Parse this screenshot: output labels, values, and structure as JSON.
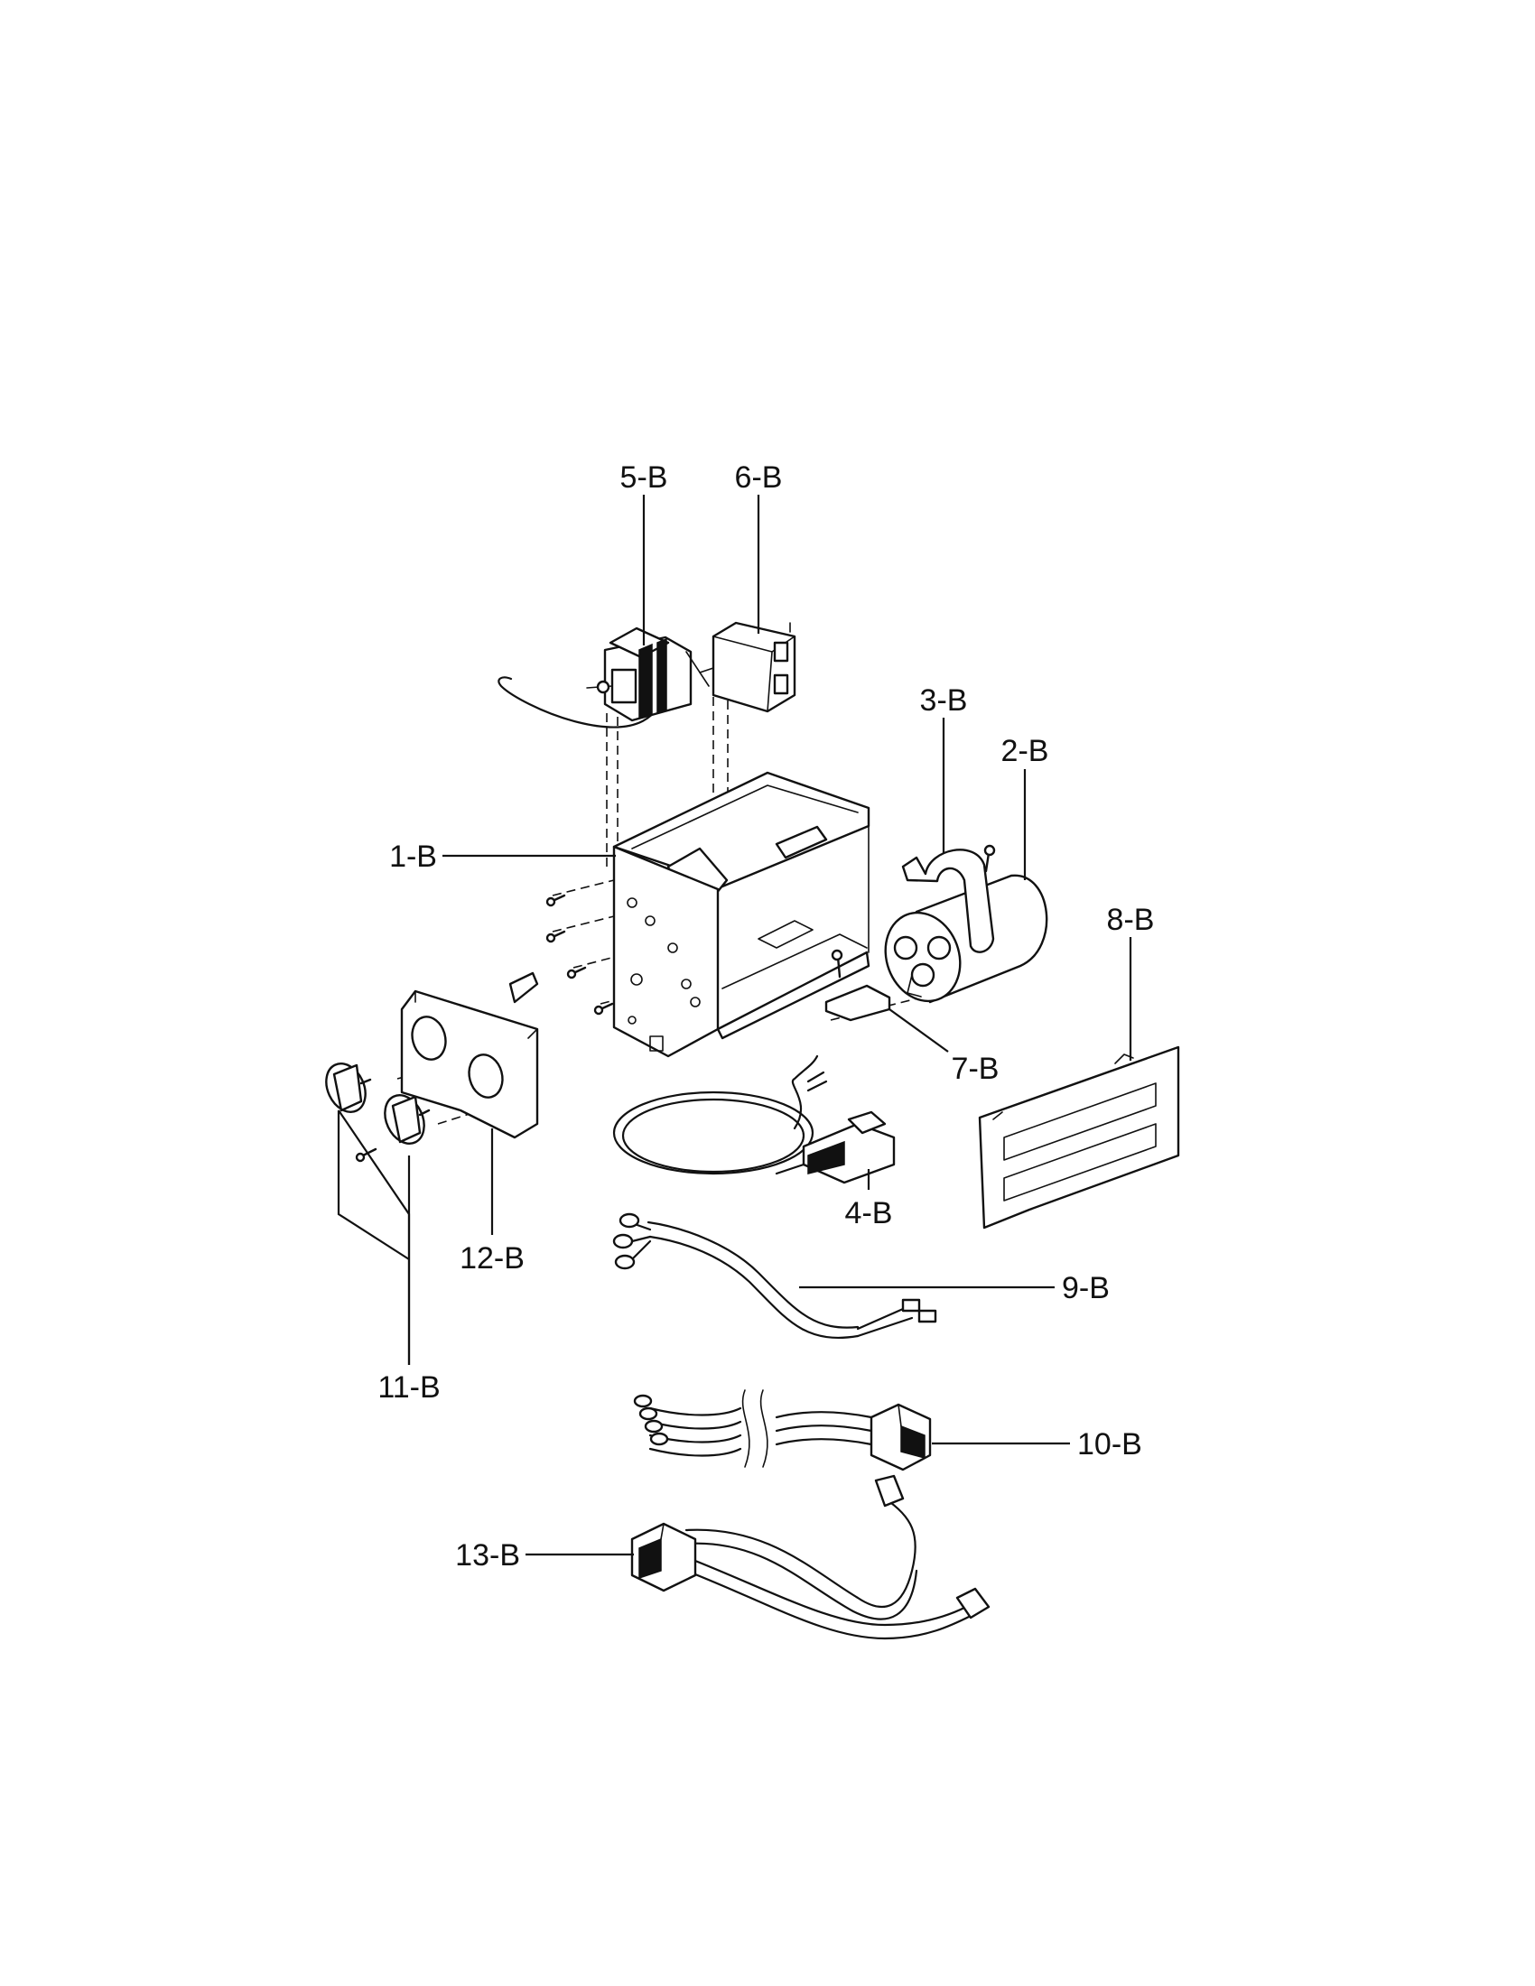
{
  "labels": {
    "p1": "1-B",
    "p2": "2-B",
    "p3": "3-B",
    "p4": "4-B",
    "p5": "5-B",
    "p6": "6-B",
    "p7": "7-B",
    "p8": "8-B",
    "p9": "9-B",
    "p10": "10-B",
    "p11": "11-B",
    "p12": "12-B",
    "p13": "13-B"
  }
}
